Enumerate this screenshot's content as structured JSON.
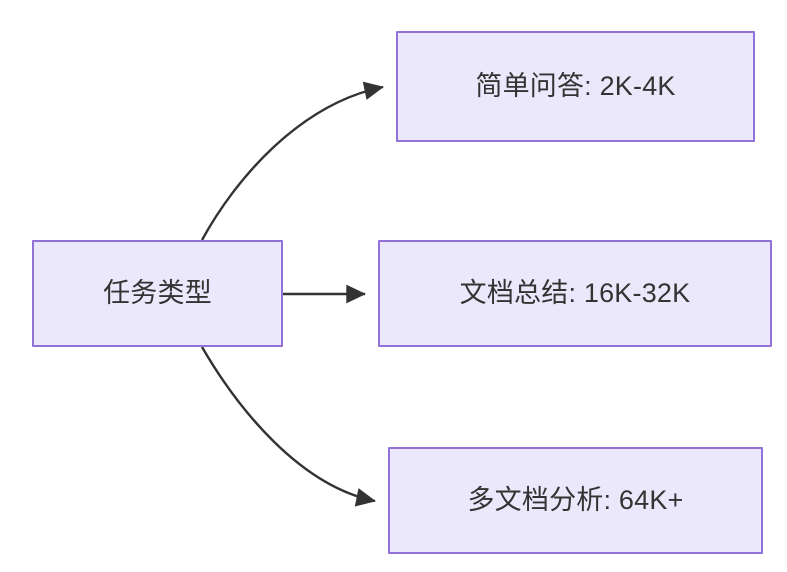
{
  "diagram": {
    "type": "flowchart",
    "direction": "left-to-right",
    "background_color": "#ffffff",
    "node_fill_color": "#ebe8fb",
    "node_border_color": "#9272d8",
    "node_text_color": "#333333",
    "edge_color": "#333333",
    "nodes": [
      {
        "id": "root",
        "label": "任务类型",
        "role": "source"
      },
      {
        "id": "qa",
        "label": "简单问答: 2K-4K",
        "role": "target"
      },
      {
        "id": "summary",
        "label": "文档总结: 16K-32K",
        "role": "target"
      },
      {
        "id": "multidoc",
        "label": "多文档分析: 64K+",
        "role": "target"
      }
    ],
    "edges": [
      {
        "id": "edge-root-qa",
        "from": "root",
        "to": "qa",
        "style": "curved",
        "arrowhead": "filled-triangle"
      },
      {
        "id": "edge-root-summary",
        "from": "root",
        "to": "summary",
        "style": "straight",
        "arrowhead": "filled-triangle"
      },
      {
        "id": "edge-root-multidoc",
        "from": "root",
        "to": "multidoc",
        "style": "curved",
        "arrowhead": "filled-triangle"
      }
    ]
  }
}
